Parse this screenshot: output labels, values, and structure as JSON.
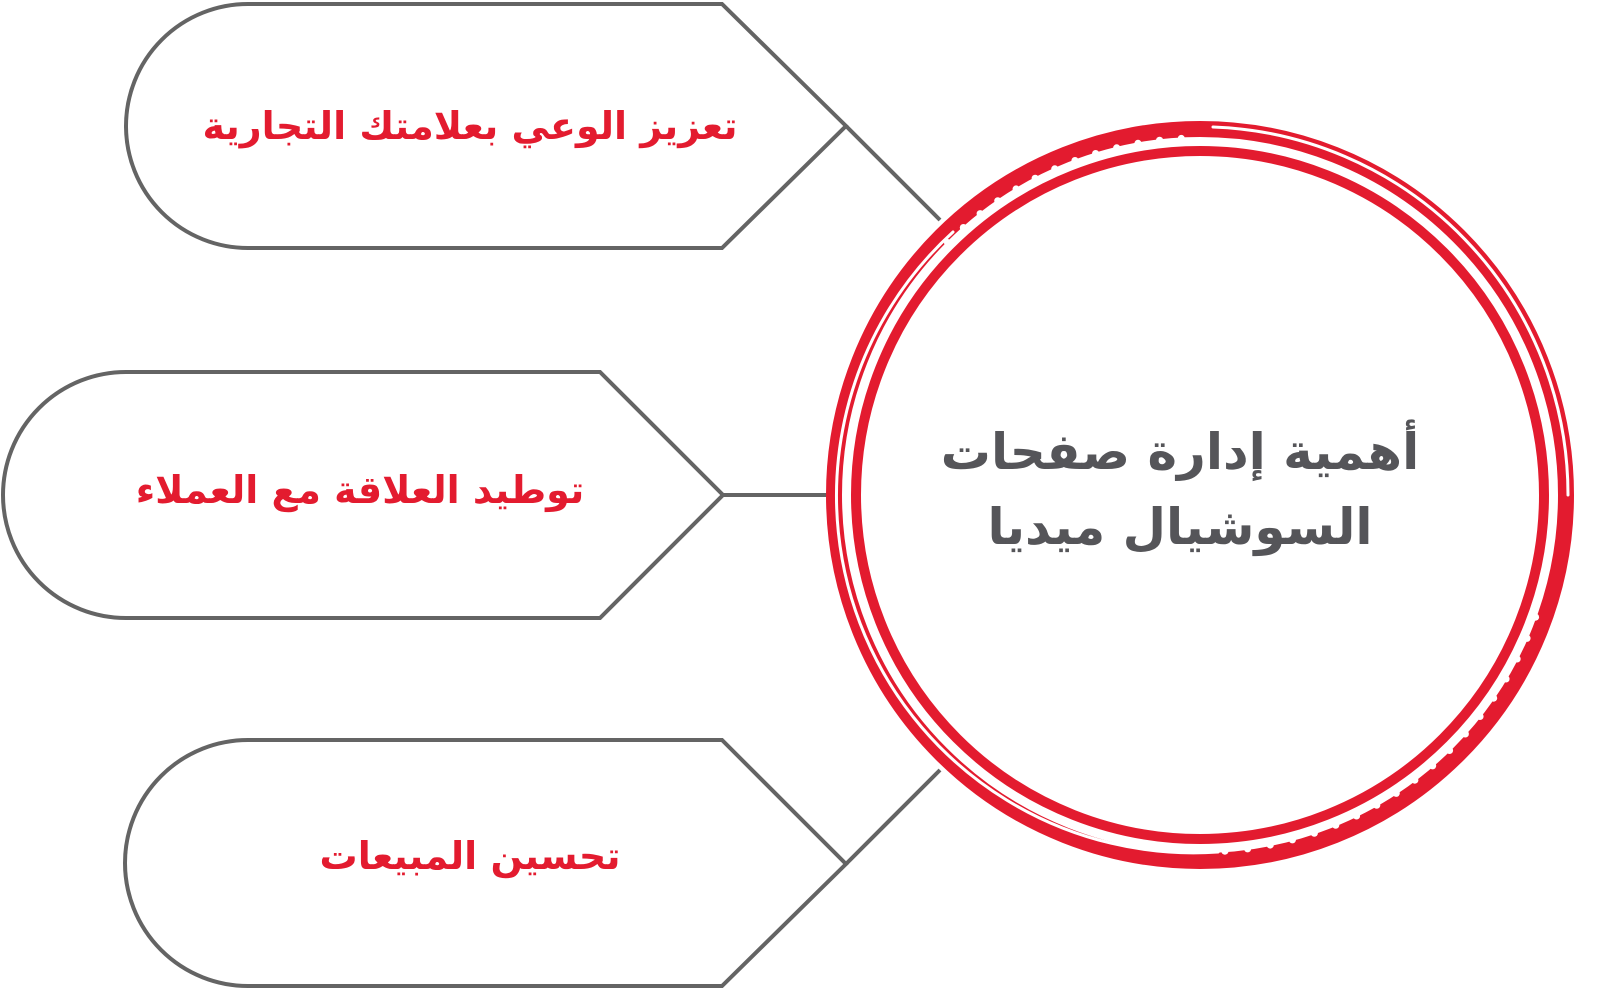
{
  "center": {
    "title": "أهمية إدارة صفحات السوشيال ميديا"
  },
  "nodes": [
    {
      "label": "تعزيز الوعي بعلامتك التجارية"
    },
    {
      "label": "توطيد العلاقة مع العملاء"
    },
    {
      "label": "تحسين المبيعات"
    }
  ],
  "colors": {
    "accent": "#e31b2f",
    "outline": "#646464",
    "title_text": "#555559"
  }
}
